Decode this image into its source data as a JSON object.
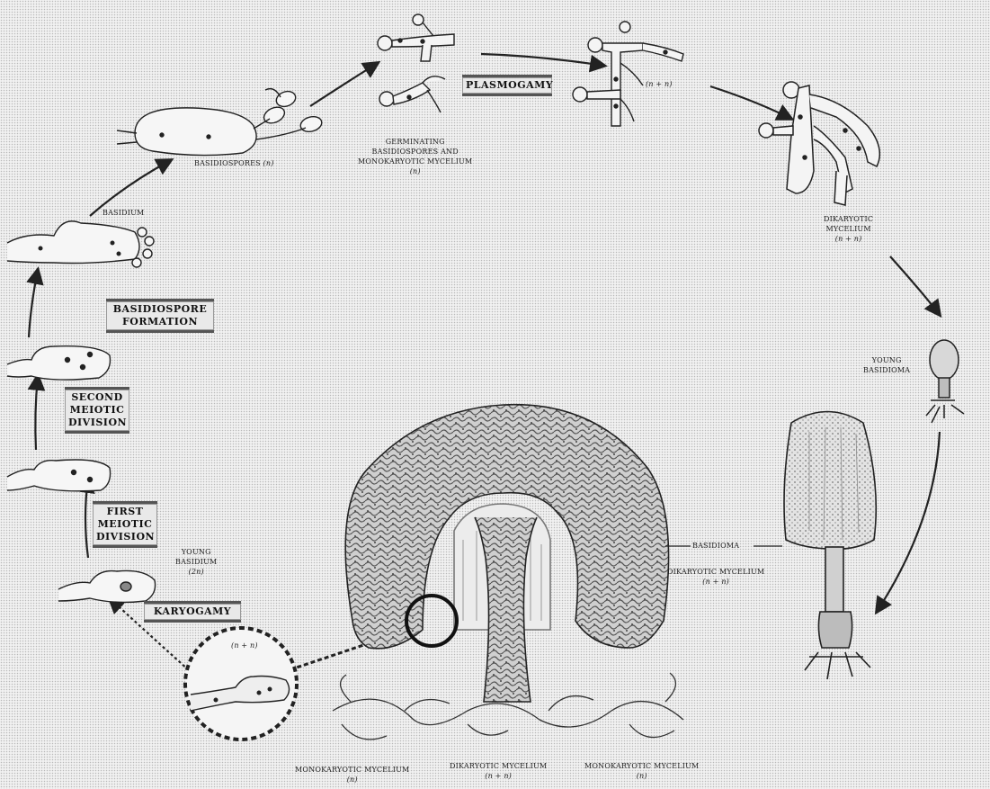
{
  "stages": {
    "plasmogamy": "PLASMOGAMY",
    "basidiospore_formation": [
      "BASIDIOSPORE",
      "FORMATION"
    ],
    "second_meiotic_division": [
      "SECOND",
      "MEIOTIC",
      "DIVISION"
    ],
    "first_meiotic_division": [
      "FIRST",
      "MEIOTIC",
      "DIVISION"
    ],
    "karyogamy": "KARYOGAMY"
  },
  "labels": {
    "basidiospores": "BASIDIOSPORES",
    "basidiospores_ploidy": "(n)",
    "germinating": [
      "GERMINATING",
      "BASIDIOSPORES AND",
      "MONOKARYOTIC MYCELIUM"
    ],
    "germinating_ploidy": "(n)",
    "plasmogamy_ploidy": "(n + n)",
    "dikaryotic_mycelium_top": [
      "DIKARYOTIC",
      "MYCELIUM"
    ],
    "dikaryotic_mycelium_top_ploidy": "(n + n)",
    "young_basidioma": [
      "YOUNG",
      "BASIDIOMA"
    ],
    "basidium": "BASIDIUM",
    "young_basidium": [
      "YOUNG",
      "BASIDIUM"
    ],
    "young_basidium_ploidy": "(2n)",
    "basidioma": "BASIDIOMA",
    "dikaryotic_mycelium_right": "DIKARYOTIC MYCELIUM",
    "dikaryotic_mycelium_right_ploidy": "(n + n)",
    "inset_ploidy": "(n + n)",
    "monokaryotic_left": "MONOKARYOTIC MYCELIUM",
    "monokaryotic_left_ploidy": "(n)",
    "dikaryotic_bottom": "DIKARYOTIC MYCELIUM",
    "dikaryotic_bottom_ploidy": "(n + n)",
    "monokaryotic_right": "MONOKARYOTIC MYCELIUM",
    "monokaryotic_right_ploidy": "(n)"
  }
}
